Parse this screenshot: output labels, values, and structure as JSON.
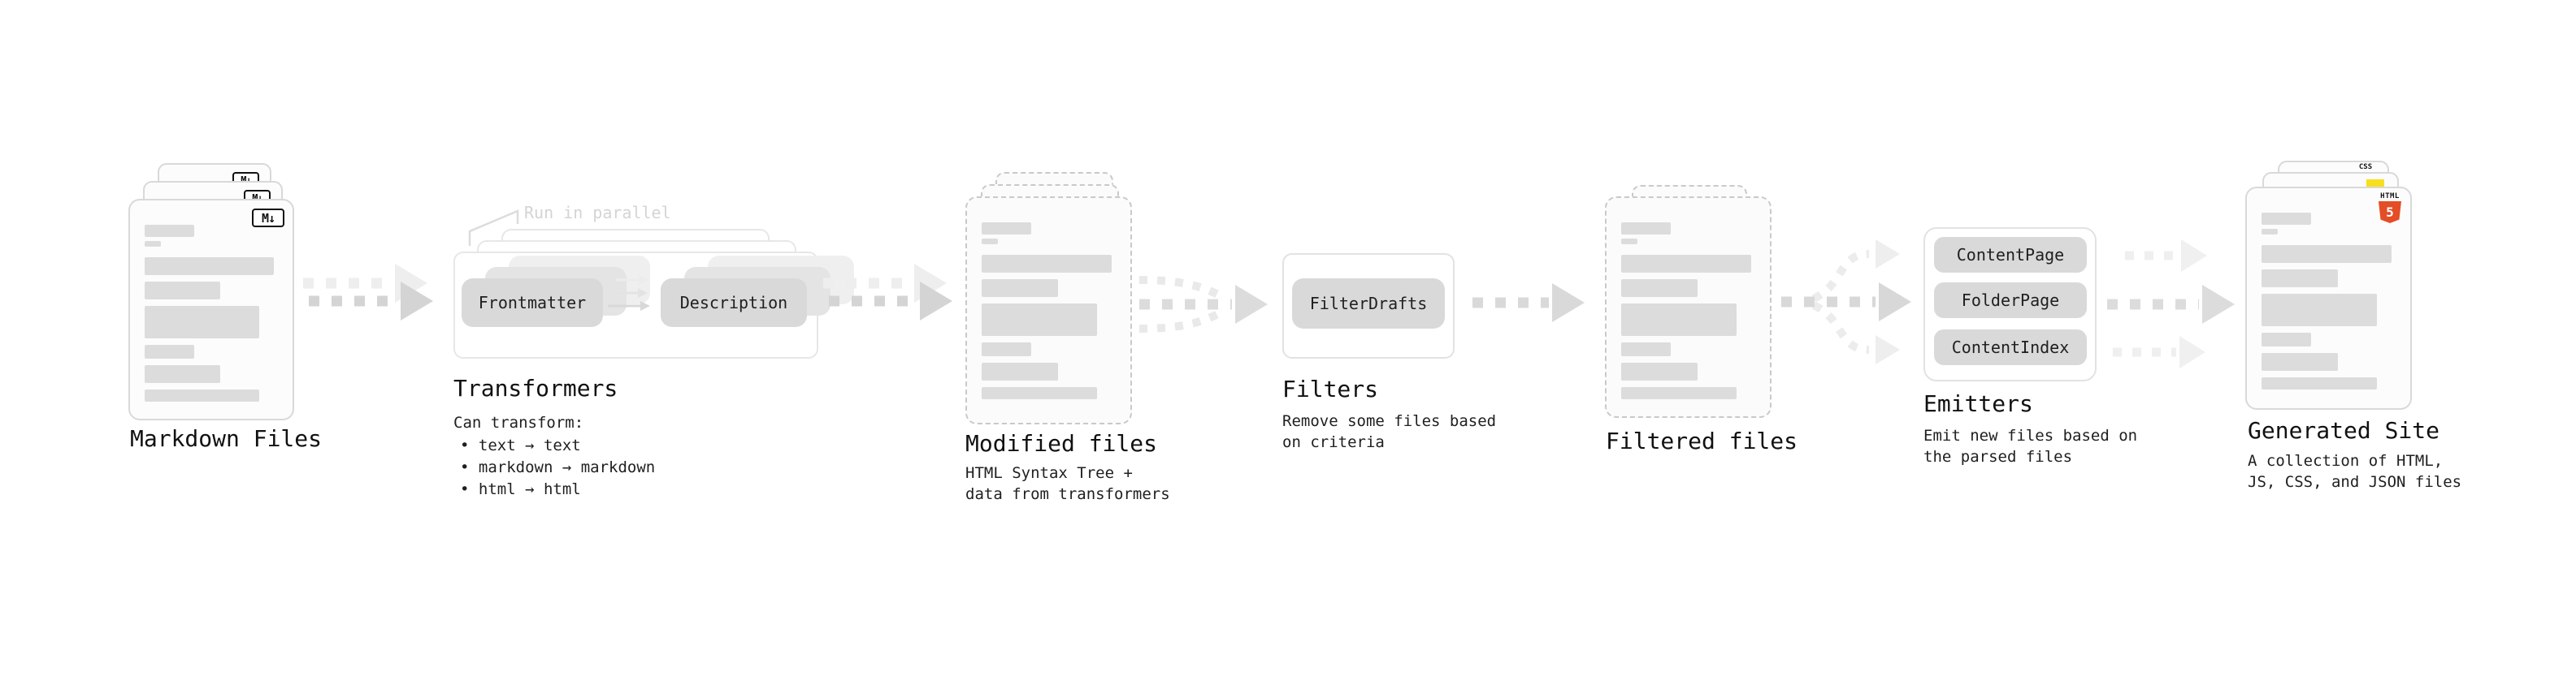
{
  "stages": [
    {
      "label": "Markdown Files"
    },
    {
      "label": "Transformers",
      "annotation": "Run in parallel",
      "pills": [
        "Frontmatter",
        "Description"
      ],
      "desc_intro": "Can transform:",
      "bullets": [
        "• text → text",
        "• markdown → markdown",
        "• html → html"
      ]
    },
    {
      "label": "Modified files",
      "description": "HTML Syntax Tree +\ndata from transformers"
    },
    {
      "label": "Filters",
      "pills": [
        "FilterDrafts"
      ],
      "description": "Remove some files based\non criteria"
    },
    {
      "label": "Filtered files"
    },
    {
      "label": "Emitters",
      "pills": [
        "ContentPage",
        "FolderPage",
        "ContentIndex"
      ],
      "description": "Emit new files based on\nthe parsed files"
    },
    {
      "label": "Generated Site",
      "description": "A collection of HTML,\nJS, CSS, and JSON files"
    }
  ],
  "icons": {
    "markdown": "M↓",
    "html5_word": "HTML",
    "html5_digit": "5",
    "css_word": "CSS"
  },
  "colors": {
    "html5_orange": "#e44d26",
    "js_yellow": "#f7df1e",
    "css_blue": "#2d53e5"
  }
}
